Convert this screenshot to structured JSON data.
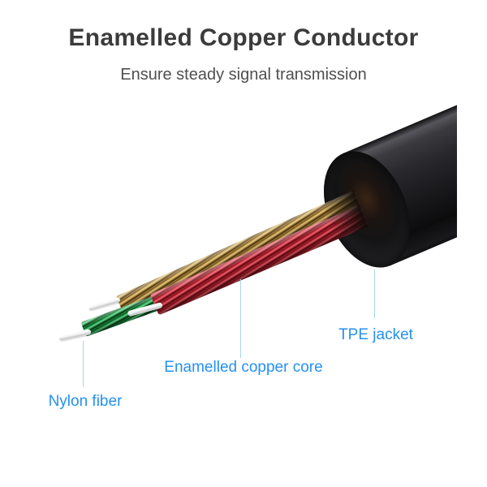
{
  "header": {
    "title": "Enamelled Copper Conductor",
    "subtitle": "Ensure steady signal transmission"
  },
  "diagram": {
    "subject": "stripped cable cross-section render",
    "annotations": [
      {
        "id": "nylon-fiber",
        "label": "Nylon fiber"
      },
      {
        "id": "copper-core",
        "label": "Enamelled copper core"
      },
      {
        "id": "tpe-jacket",
        "label": "TPE jacket"
      }
    ]
  },
  "colors": {
    "accent_blue": "#2491f0",
    "leader_line_blue": "#a8d4f7",
    "title_text": "#3b3b3b",
    "subtitle_text": "#4f4f4f",
    "jacket_black": "#1b1b1e",
    "copper_gold": "#c89e4d",
    "copper_red": "#d4303e",
    "fiber_green": "#22a84e",
    "nylon_white": "#f4f4f5",
    "background": "#ffffff"
  }
}
